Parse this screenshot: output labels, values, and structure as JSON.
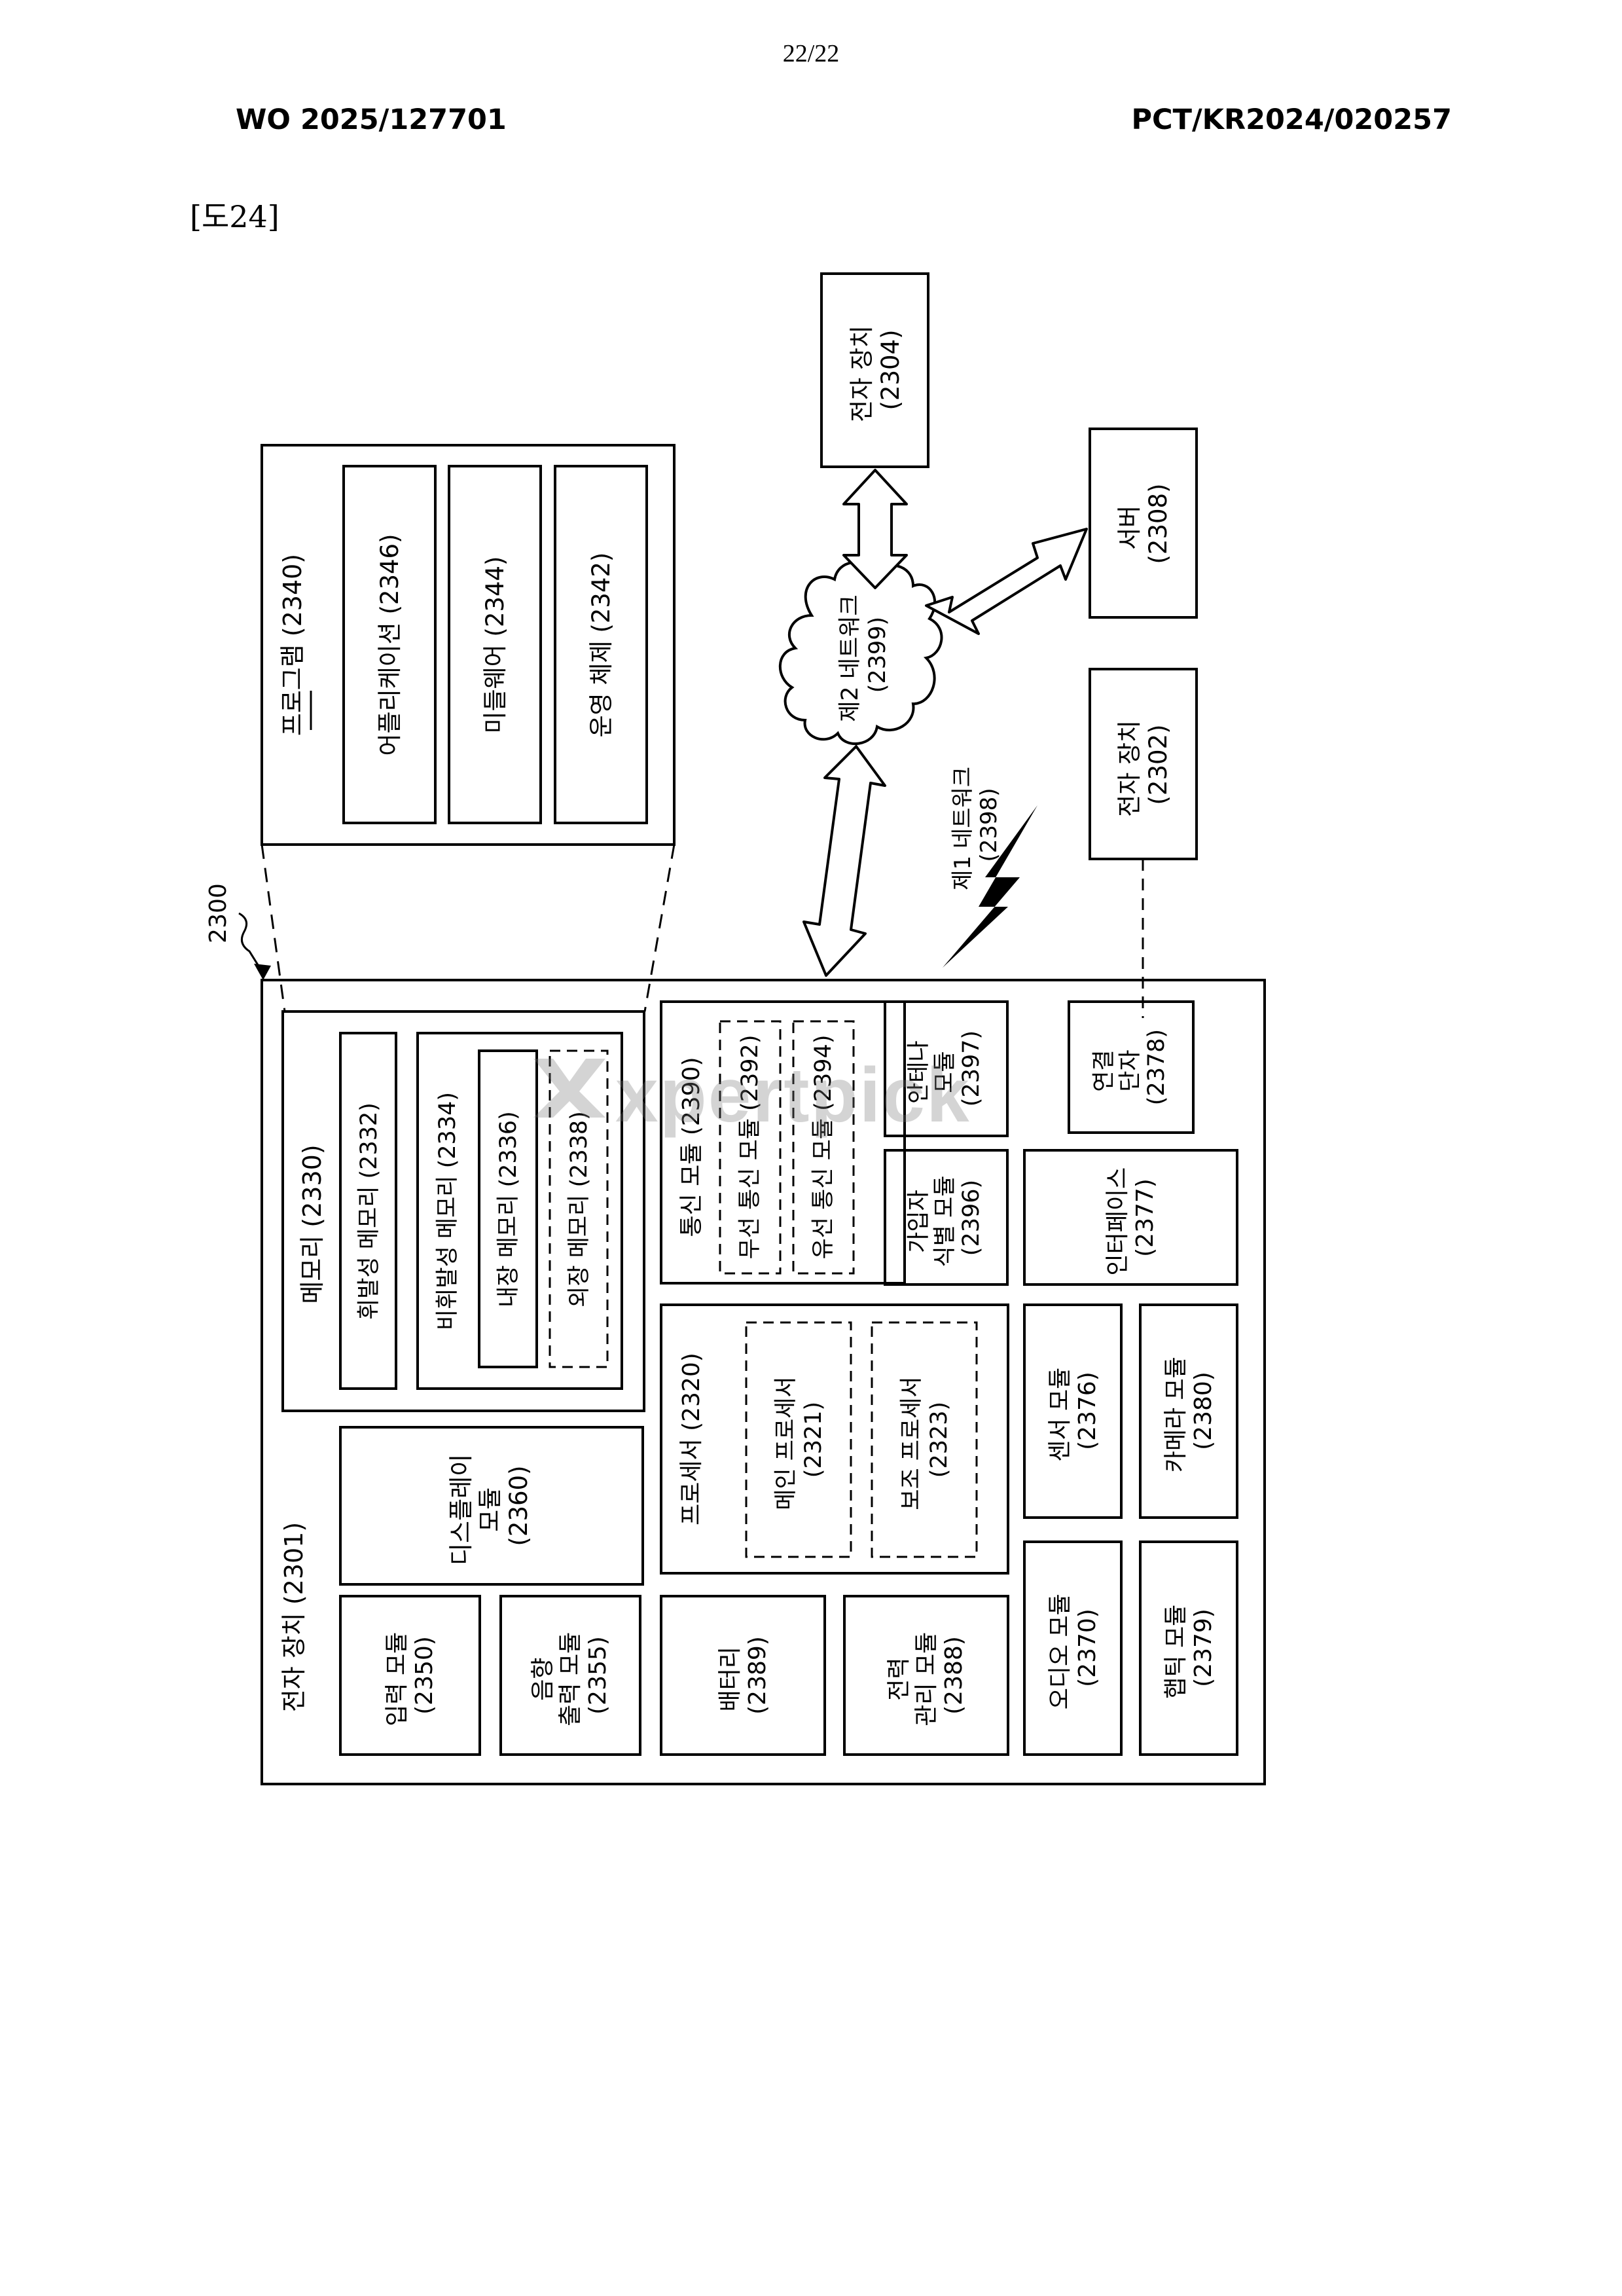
{
  "page": {
    "number": "22/22",
    "pub_number": "WO 2025/127701",
    "app_number": "PCT/KR2024/020257",
    "figure_label": "[도24]",
    "watermark": "xpertpick",
    "ref_2300": "2300"
  },
  "diagram": {
    "program": {
      "title": "프로그램 (2340)",
      "application": "어플리케이션 (2346)",
      "middleware": "미들웨어 (2344)",
      "os": "운영 체제 (2342)"
    },
    "device_2304": [
      "전자 장치",
      "(2304)"
    ],
    "server_2308": [
      "서버",
      "(2308)"
    ],
    "device_2302": [
      "전자 장치",
      "(2302)"
    ],
    "network_2": [
      "제2 네트워크",
      "(2399)"
    ],
    "network_1": [
      "제1 네트워크",
      "(2398)"
    ],
    "device_2301": "전자 장치 (2301)",
    "memory": {
      "title": "메모리 (2330)",
      "volatile": "휘발성 메모리 (2332)",
      "nonvolatile": "비휘발성 메모리 (2334)",
      "internal": "내장 메모리 (2336)",
      "external": "외장 메모리 (2338)"
    },
    "display": [
      "디스플레이",
      "모듈",
      "(2360)"
    ],
    "input": [
      "입력 모듈",
      "(2350)"
    ],
    "sound_out": [
      "음향",
      "출력 모듈",
      "(2355)"
    ],
    "comm": {
      "title": "통신 모듈 (2390)",
      "wireless": "무선 통신 모듈 (2392)",
      "wired": "유선 통신 모듈 (2394)"
    },
    "antenna": [
      "안테나",
      "모듈",
      "(2397)"
    ],
    "connector": [
      "연결",
      "단자",
      "(2378)"
    ],
    "sim": [
      "가입자",
      "식별 모듈",
      "(2396)"
    ],
    "interface": [
      "인터페이스",
      "(2377)"
    ],
    "processor": {
      "title": "프로세서 (2320)",
      "main": [
        "메인 프로세서",
        "(2321)"
      ],
      "aux": [
        "보조 프로세서",
        "(2323)"
      ]
    },
    "sensor": [
      "센서 모듈",
      "(2376)"
    ],
    "camera": [
      "카메라 모듈",
      "(2380)"
    ],
    "battery": [
      "배터리",
      "(2389)"
    ],
    "power": [
      "전력",
      "관리 모듈",
      "(2388)"
    ],
    "audio": [
      "오디오 모듈",
      "(2370)"
    ],
    "haptic": [
      "햅틱 모듈",
      "(2379)"
    ]
  }
}
